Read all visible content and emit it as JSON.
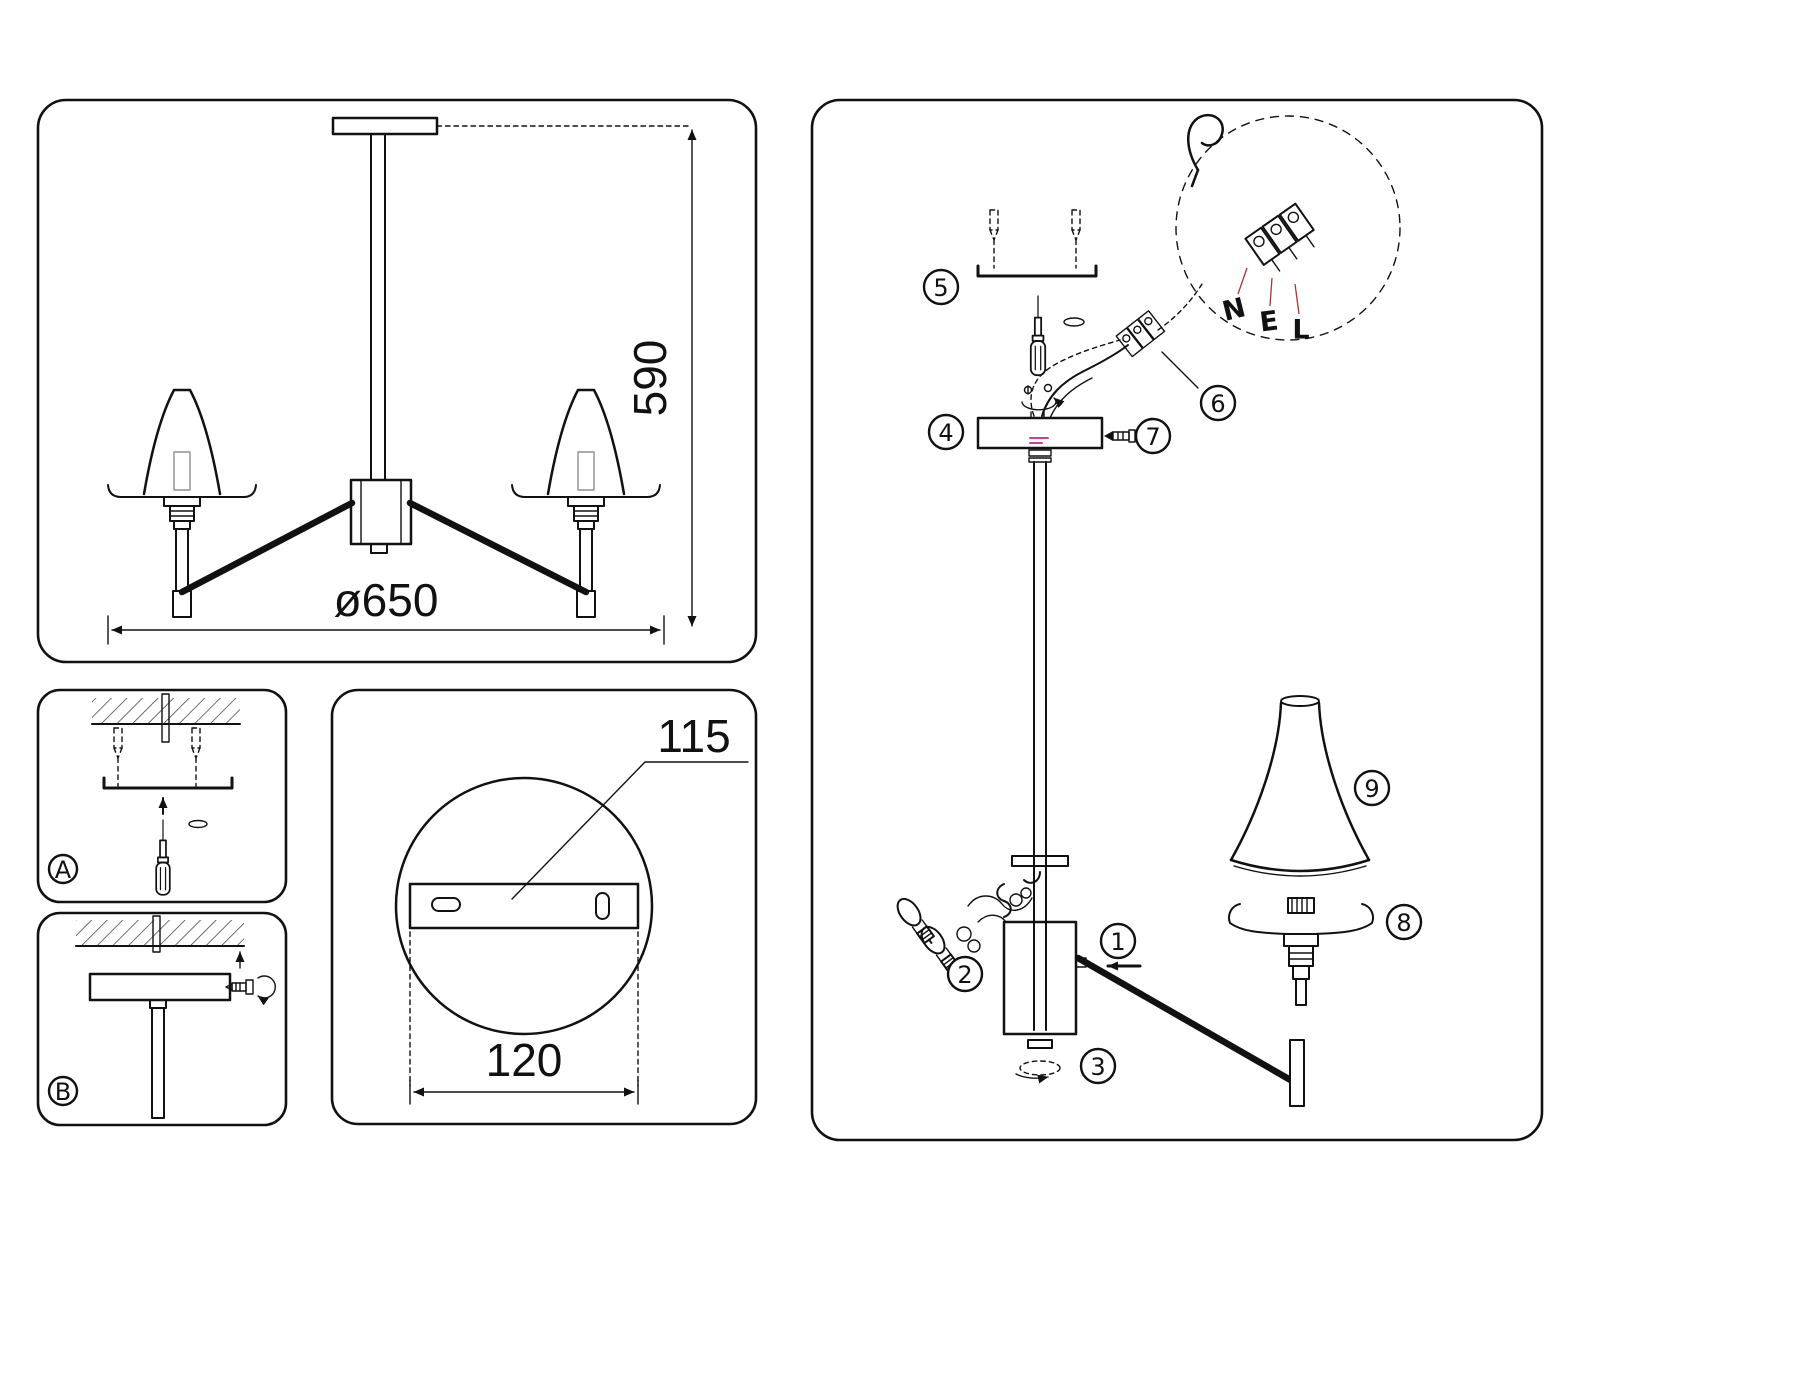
{
  "document": {
    "type": "ceiling-lamp-assembly-instruction",
    "background": "#ffffff",
    "line_color": "#111111",
    "accent_magenta": "#c2439b",
    "accent_red": "#a23737"
  },
  "overview_panel": {
    "height_dim": "590",
    "diameter_dim": "ø650"
  },
  "ceiling_mount_panel": {
    "label": "A"
  },
  "plate_mount_panel": {
    "label": "B"
  },
  "bracket_detail_panel": {
    "hole_dim": "115",
    "width_dim": "120"
  },
  "assembly_panel": {
    "step_badges": [
      "1",
      "2",
      "3",
      "4",
      "5",
      "6",
      "7",
      "8",
      "9"
    ],
    "wiring_labels": {
      "neutral": "N",
      "earth": "E",
      "live": "L"
    }
  }
}
